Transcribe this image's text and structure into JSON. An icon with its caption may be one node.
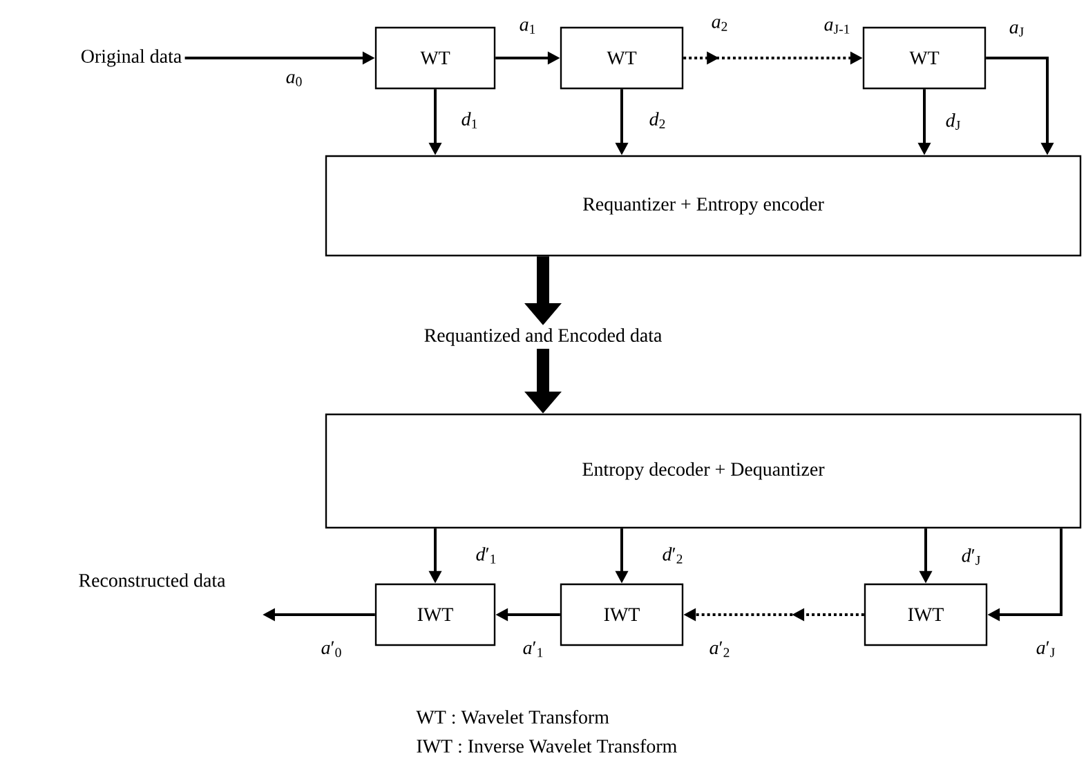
{
  "diagram": {
    "nodes": [
      {
        "text": [
          "Original data"
        ]
      },
      {
        "text": [
          "WT"
        ]
      },
      {
        "text": [
          "WT"
        ]
      },
      {
        "text": [
          "WT"
        ]
      },
      {
        "text": [
          "Requantizer + Entropy encoder"
        ]
      },
      {
        "text": [
          "Requantized and Encoded data"
        ]
      },
      {
        "text": [
          "Entropy decoder + Dequantizer"
        ]
      },
      {
        "text": [
          "IWT"
        ]
      },
      {
        "text": [
          "IWT"
        ]
      },
      {
        "text": [
          "IWT"
        ]
      }
    ],
    "edges": [
      {
        "from": 0,
        "to": 1,
        "arrow": "to",
        "label": "*a*$_{0}$"
      },
      {
        "from": 1,
        "to": 2,
        "arrow": "to",
        "label": "*a*$_{1}$"
      },
      {
        "from": 2,
        "to": 3,
        "arrow": "to",
        "label": "*a*$_{2}$",
        "style": "dashed"
      },
      {
        "from": 1,
        "to": 4,
        "arrow": "to",
        "label": "*d*$_{1}$"
      },
      {
        "from": 2,
        "to": 4,
        "arrow": "to",
        "label": "*d*$_{2}$"
      },
      {
        "from": 3,
        "to": 4,
        "arrow": "to",
        "label": "*d*$_{J}$"
      },
      {
        "from": 3,
        "to": 4,
        "arrow": "to",
        "label": "*a*$_{J}$"
      },
      {
        "from": 4,
        "to": 5,
        "arrow": "to",
        "style": "thick"
      },
      {
        "from": 5,
        "to": 6,
        "arrow": "to",
        "style": "thick"
      },
      {
        "from": 6,
        "to": 7,
        "arrow": "to",
        "label": "*d*′$_{1}$"
      },
      {
        "from": 6,
        "to": 8,
        "arrow": "to",
        "label": "*d*′$_{2}$"
      },
      {
        "from": 6,
        "to": 9,
        "arrow": "to",
        "label": "*d*′$_{J}$"
      },
      {
        "from": 6,
        "to": 9,
        "arrow": "to",
        "label": "*a*′$_{J}$"
      },
      {
        "from": 9,
        "to": 8,
        "arrow": "to",
        "label": "*a*′$_{2}$",
        "style": "dashed"
      },
      {
        "from": 8,
        "to": 7,
        "arrow": "to",
        "label": "*a*′$_{1}$"
      },
      {
        "from": 7,
        "to": null,
        "arrow": "to",
        "label": "*a*′$_{0}$"
      }
    ],
    "labels": [
      "*a*$_{J-1}$",
      "Reconstructed data",
      "WT : Wavelet Transform",
      "IWT : Inverse Wavelet Transform"
    ]
  }
}
